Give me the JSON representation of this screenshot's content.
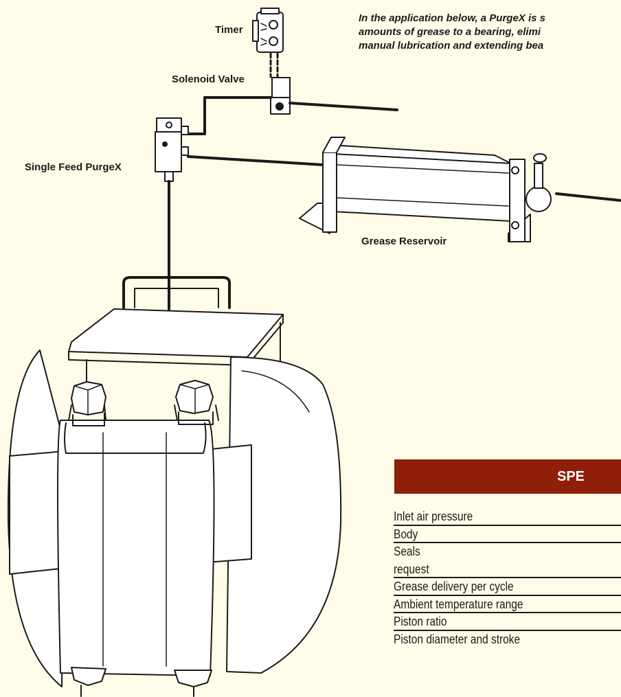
{
  "labels": {
    "timer": "Timer",
    "solenoid_valve": "Solenoid Valve",
    "single_feed_purgex": "Single Feed PurgeX",
    "grease_reservoir": "Grease Reservoir"
  },
  "intro": {
    "lines": [
      "In the application below, a PurgeX is s",
      "amounts of grease to a bearing, elimi",
      "manual lubrication and extending bea"
    ]
  },
  "spec": {
    "title": "SPE",
    "rows": [
      "Inlet air pressure",
      "Body",
      "Seals",
      "request",
      "Grease delivery per cycle",
      "Ambient temperature range",
      "Piston ratio",
      "Piston diameter and stroke"
    ]
  },
  "colors": {
    "background": "#fffde9",
    "spec_header": "#8f1f08",
    "line": "#1a1a1a"
  }
}
